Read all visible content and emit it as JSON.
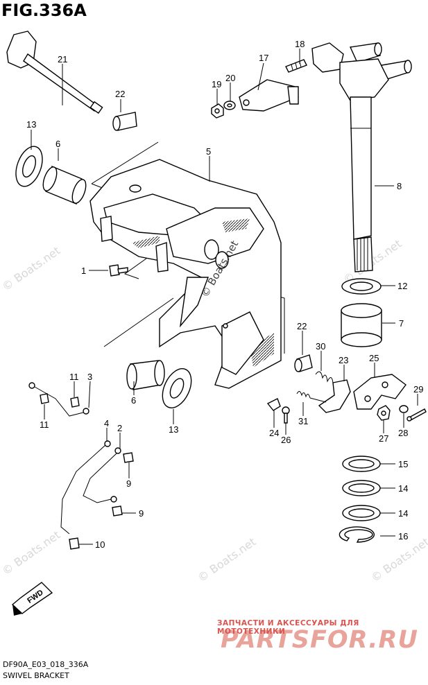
{
  "figure": {
    "title": "FIG.336A",
    "model_code": "DF90A_E03_018_336A",
    "name": "SWIVEL BRACKET",
    "fwd_label": "FWD"
  },
  "watermark": {
    "text": "© Boats.net",
    "center_text": "© Boats.net"
  },
  "promo": {
    "tagline": "ЗАПЧАСТИ И АКСЕССУАРЫ ДЛЯ МОТОТЕХНИКИ",
    "logo_text": "PARTSFOR.RU"
  },
  "callouts": [
    "1",
    "2",
    "3",
    "4",
    "5",
    "6",
    "6",
    "7",
    "8",
    "9",
    "9",
    "10",
    "11",
    "11",
    "12",
    "13",
    "13",
    "14",
    "14",
    "15",
    "16",
    "17",
    "18",
    "19",
    "20",
    "21",
    "22",
    "22",
    "23",
    "24",
    "25",
    "26",
    "27",
    "28",
    "29",
    "30",
    "31"
  ]
}
